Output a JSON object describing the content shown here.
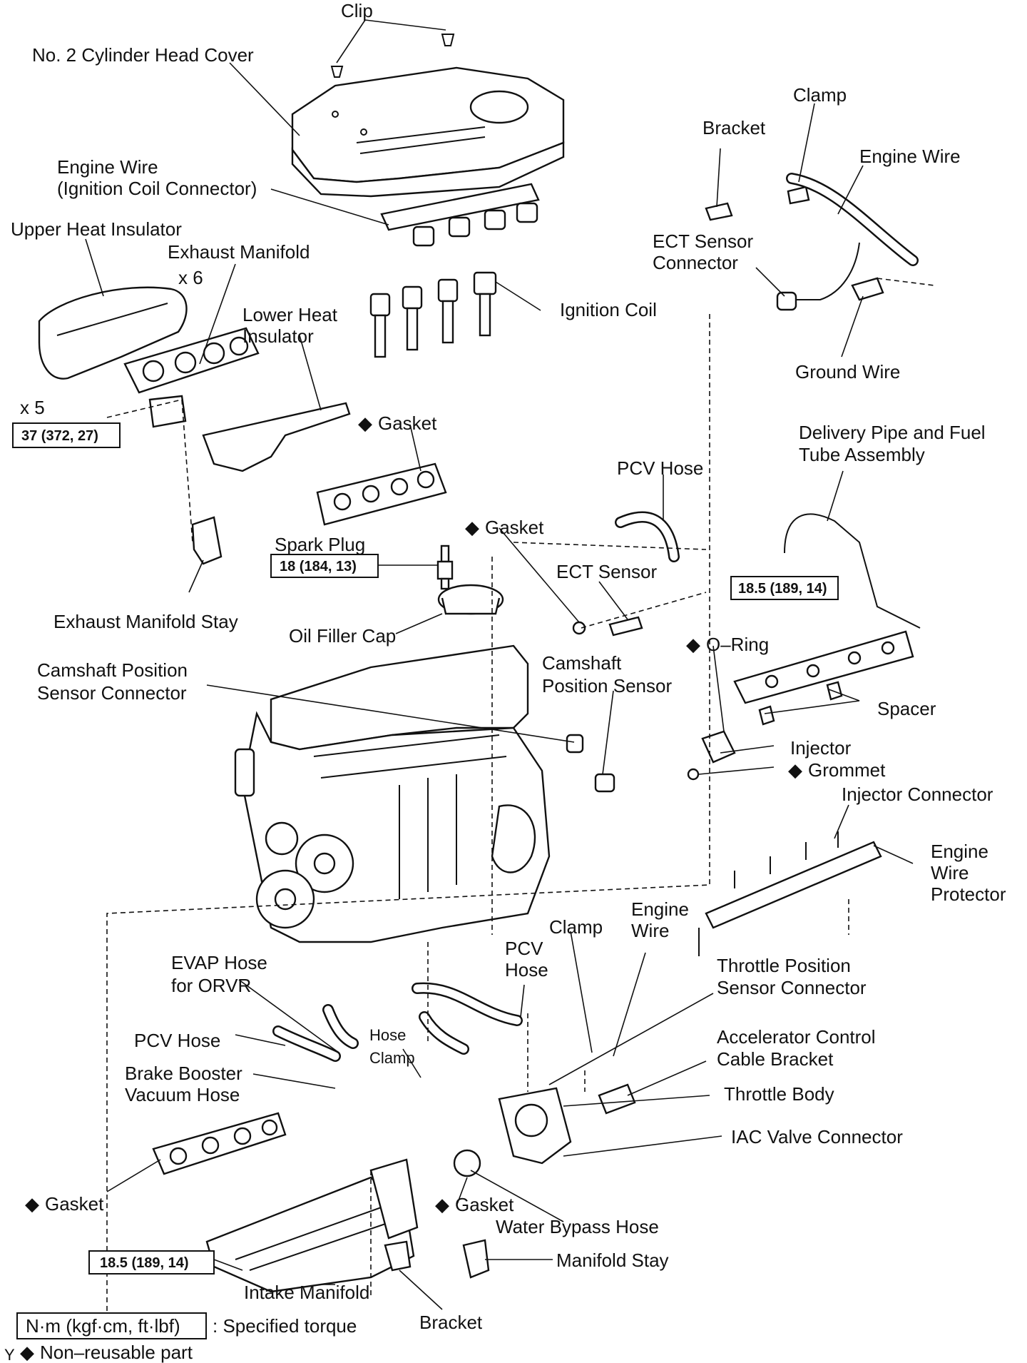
{
  "labels": {
    "clip": "Clip",
    "no2_head_cover": "No. 2 Cylinder Head Cover",
    "engine_wire_ign": "Engine Wire",
    "engine_wire_ign2": "(Ignition Coil Connector)",
    "upper_heat_insulator": "Upper Heat Insulator",
    "exhaust_manifold": "Exhaust Manifold",
    "x6": "x 6",
    "lower_heat_ins1": "Lower Heat",
    "lower_heat_ins2": "Insulator",
    "x5": "x 5",
    "gasket_exhaust": "Gasket",
    "ignition_coil": "Ignition Coil",
    "bracket_top": "Bracket",
    "clamp_top": "Clamp",
    "engine_wire_top": "Engine Wire",
    "ect_conn1": "ECT Sensor",
    "ect_conn2": "Connector",
    "ground_wire": "Ground Wire",
    "delivery1": "Delivery Pipe and Fuel",
    "delivery2": "Tube Assembly",
    "pcv_hose_top": "PCV Hose",
    "gasket_ect": "Gasket",
    "ect_sensor": "ECT Sensor",
    "spark_plug": "Spark Plug",
    "exhaust_stay": "Exhaust Manifold Stay",
    "oil_filler": "Oil Filler Cap",
    "cam_conn1": "Camshaft Position",
    "cam_conn2": "Sensor Connector",
    "cam_sensor1": "Camshaft",
    "cam_sensor2": "Position Sensor",
    "o_ring": "O–Ring",
    "spacer": "Spacer",
    "injector": "Injector",
    "grommet": "Grommet",
    "inj_conn": "Injector Connector",
    "ewp1": "Engine",
    "ewp2": "Wire",
    "ewp3": "Protector",
    "engine_wire_mid1": "Engine",
    "engine_wire_mid2": "Wire",
    "clamp_mid": "Clamp",
    "pcv_mid1": "PCV",
    "pcv_mid2": "Hose",
    "evap1": "EVAP Hose",
    "evap2": "for ORVR",
    "tps1": "Throttle Position",
    "tps2": "Sensor Connector",
    "hose_clamp1": "Hose",
    "hose_clamp2": "Clamp",
    "pcv_left": "PCV Hose",
    "acc1": "Accelerator Control",
    "acc2": "Cable Bracket",
    "bbv1": "Brake Booster",
    "bbv2": "Vacuum Hose",
    "throttle_body": "Throttle Body",
    "iac": "IAC Valve Connector",
    "gasket_intake": "Gasket",
    "gasket_tb": "Gasket",
    "water_bypass": "Water Bypass Hose",
    "manifold_stay": "Manifold Stay",
    "intake_manifold": "Intake Manifold",
    "bracket_bottom": "Bracket",
    "diamond": "◆"
  },
  "torques": {
    "exhaust": "37 (372, 27)",
    "spark_plug": "18 (184, 13)",
    "delivery": "18.5 (189, 14)",
    "intake": "18.5 (189, 14)"
  },
  "legend": {
    "unit_box": "N·m (kgf·cm, ft·lbf)",
    "unit_desc": ": Specified torque",
    "corner": "Y",
    "nonreusable": "Non–reusable part"
  }
}
